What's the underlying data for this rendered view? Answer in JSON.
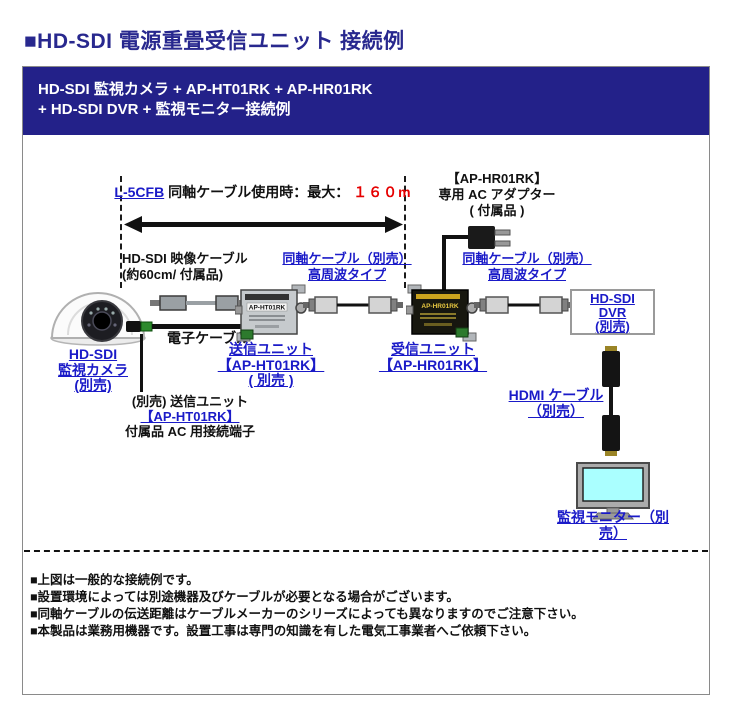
{
  "title": "■HD-SDI 電源重畳受信ユニット 接続例",
  "header": {
    "line1": "HD-SDI 監視カメラ + AP-HT01RK + AP-HR01RK",
    "line2": "+ HD-SDI DVR + 監視モニター接続例"
  },
  "distance": {
    "link": "L-5CFB",
    "label": "同軸ケーブル使用時：最大：",
    "value": "１６０m"
  },
  "labels": {
    "video_cable": [
      "HD-SDI 映像ケーブル",
      "(約60cm/ 付属品)"
    ],
    "coax_left": [
      "同軸ケーブル（別売）",
      "高周波タイプ"
    ],
    "ac_adapter": [
      "【AP-HR01RK】",
      "専用 AC アダプター",
      "( 付属品 )"
    ],
    "coax_right": [
      "同軸ケーブル（別売）",
      "高周波タイプ"
    ],
    "camera": [
      "HD-SDI",
      "監視カメラ",
      "(別売)"
    ],
    "power_cable": "電子ケーブル",
    "tx": [
      "送信ユニット",
      "【AP-HT01RK】",
      "( 別売 )"
    ],
    "tx_terminal": [
      "(別売) 送信ユニット",
      "【AP-HT01RK】",
      "付属品 AC 用接続端子"
    ],
    "rx": [
      "受信ユニット",
      "【AP-HR01RK】"
    ],
    "dvr": [
      "HD-SDI",
      "DVR",
      "(別売)"
    ],
    "hdmi": [
      "HDMI ケーブル",
      "（別売）"
    ],
    "monitor": "監視モニター（別売）"
  },
  "devices": {
    "tx_model": "AP-HT01RK",
    "rx_model": "AP-HR01RK"
  },
  "notes": [
    "■上図は一般的な接続例です。",
    "■設置環境によっては別途機器及びケーブルが必要となる場合がございます。",
    "■同軸ケーブルの伝送距離はケーブルメーカーのシリーズによっても異なりますのでご注意下さい。",
    "■本製品は業務用機器です。設置工事は専門の知識を有した電気工事業者へご依頼下さい。"
  ],
  "colors": {
    "header_navy": "#232189",
    "title_navy": "#28288E",
    "link_blue": "#1A1AC8",
    "max_red": "#E60000",
    "border_gray": "#8A8A8A",
    "monitor_screen": "#AAFFFF"
  }
}
